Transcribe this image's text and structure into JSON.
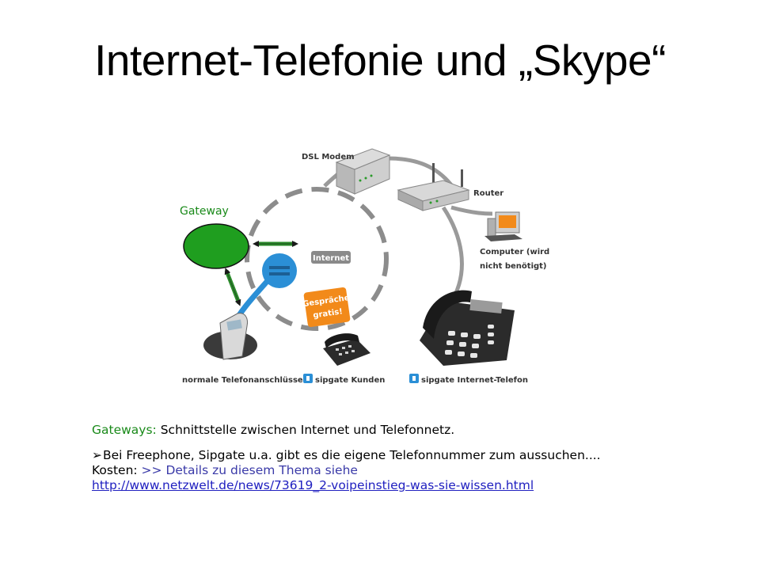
{
  "slide": {
    "title": "Internet-Telefonie und „Skype“"
  },
  "diagram": {
    "gateway_label": "Gateway",
    "dsl_modem_label": "DSL Modem",
    "router_label": "Router",
    "computer_label_line1": "Computer (wird",
    "computer_label_line2": "nicht benötigt)",
    "internet_label": "Internet",
    "free_calls_line1": "Gespräche",
    "free_calls_line2": "gratis!",
    "phone_normal_label": "normale Telefonanschlüsse",
    "sipgate_customers_label": "sipgate Kunden",
    "sipgate_phone_label": "sipgate Internet-Telefon",
    "colors": {
      "gateway_fill": "#1f9e1f",
      "arrow_green": "#2a8a2a",
      "internet_dash": "#8c8c8c",
      "blue_link": "#2b8fd6",
      "orange_badge": "#f28a1a"
    }
  },
  "text": {
    "gateways_prefix": "Gateways:",
    "gateways_body": " Schnittstelle zwischen Internet und Telefonnetz.",
    "bullet_text": "Bei Freephone, Sipgate u.a. gibt es die eigene Telefonnummer zum aussuchen....",
    "cost_prefix": "Kosten:",
    "cost_body": " >> Details zu diesem Thema siehe",
    "url": "http://www.netzwelt.de/news/73619_2-voipeinstieg-was-sie-wissen.html"
  }
}
